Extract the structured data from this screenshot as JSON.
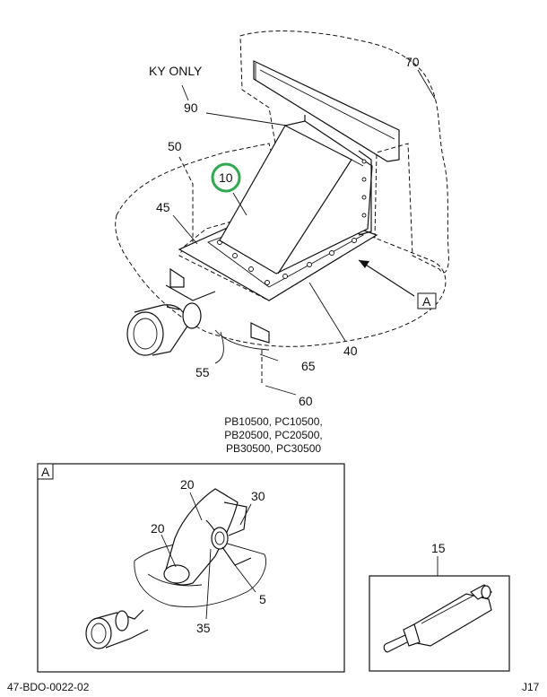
{
  "callouts": {
    "ky_only": "KY ONLY",
    "c90": "90",
    "c70": "70",
    "c50": "50",
    "c10": "10",
    "c45": "45",
    "c40": "40",
    "c55": "55",
    "c65": "65",
    "c60": "60",
    "view_ref": "A"
  },
  "models": {
    "line1": "PB10500, PC10500,",
    "line2": "PB20500, PC20500,",
    "line3": "PB30500, PC30500"
  },
  "detail_a": {
    "tag": "A",
    "c20a": "20",
    "c30": "30",
    "c20b": "20",
    "c5": "5",
    "c35": "35"
  },
  "detail_15": {
    "c15": "15"
  },
  "footer": {
    "doc_number": "47-BDO-0022-02",
    "page_code": "J17"
  },
  "colors": {
    "highlight": "#2fa84f",
    "ink": "#111111"
  }
}
